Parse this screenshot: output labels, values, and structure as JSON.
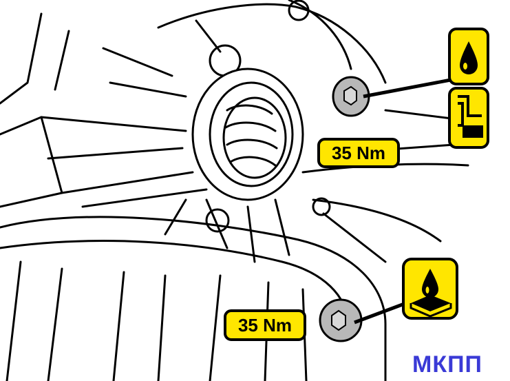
{
  "colors": {
    "icon_fill": "#ffe600",
    "stroke": "#000000",
    "bolt": "#b8b8b8",
    "caption": "#3a3ad6"
  },
  "callouts": {
    "upper_torque": "35 Nm",
    "lower_torque": "35 Nm"
  },
  "icons": {
    "upper_top": "oil-drop-icon",
    "upper_bottom": "oil-level-icon",
    "lower": "oil-sealant-icon"
  },
  "caption": "МКПП"
}
